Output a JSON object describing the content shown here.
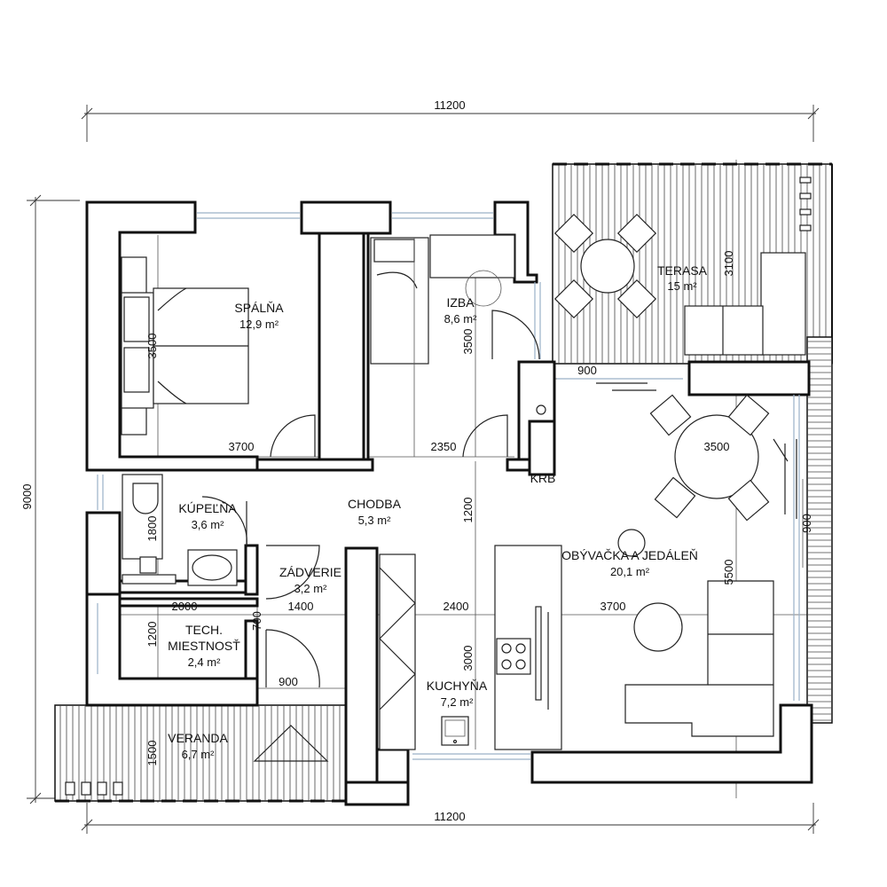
{
  "rooms": {
    "spalna": {
      "name": "SPÁLŇA",
      "area": "12,9 m²"
    },
    "izba": {
      "name": "IZBA",
      "area": "8,6 m²"
    },
    "terasa": {
      "name": "TERASA",
      "area": "15 m²"
    },
    "kupelna": {
      "name": "KÚPEĽŇA",
      "area": "3,6 m²"
    },
    "chodba": {
      "name": "CHODBA",
      "area": "5,3 m²"
    },
    "zadverie": {
      "name": "ZÁDVERIE",
      "area": "3,2 m²"
    },
    "tech": {
      "name_line1": "TECH.",
      "name_line2": "MIESTNOSŤ",
      "area": "2,4 m²"
    },
    "kuchyna": {
      "name": "KUCHYŇA",
      "area": "7,2 m²"
    },
    "obyvacka": {
      "name": "OBÝVAČKA A JEDÁLEŇ",
      "area": "20,1 m²"
    },
    "veranda": {
      "name": "VERANDA",
      "area": "6,7 m²"
    }
  },
  "labels": {
    "krb": "KRB"
  },
  "dimensions": {
    "top_total": "11200",
    "bottom_total": "11200",
    "left_total": "9000",
    "spalna_width": "3700",
    "spalna_depth": "3500",
    "izba_width": "2350",
    "izba_depth": "3500",
    "terasa_depth": "3100",
    "terasa_door": "900",
    "dining_table": "3500",
    "kupelna_depth": "1800",
    "chodba_depth": "1200",
    "obyvacka_depth": "5500",
    "right_window": "900",
    "tech_width": "2000",
    "zadverie_width": "1400",
    "chodba_width": "2400",
    "obyvacka_width": "3700",
    "tech_depth": "1200",
    "tech_door": "700",
    "kuchyna_depth": "3000",
    "entry_door": "900",
    "veranda_depth": "1500"
  }
}
